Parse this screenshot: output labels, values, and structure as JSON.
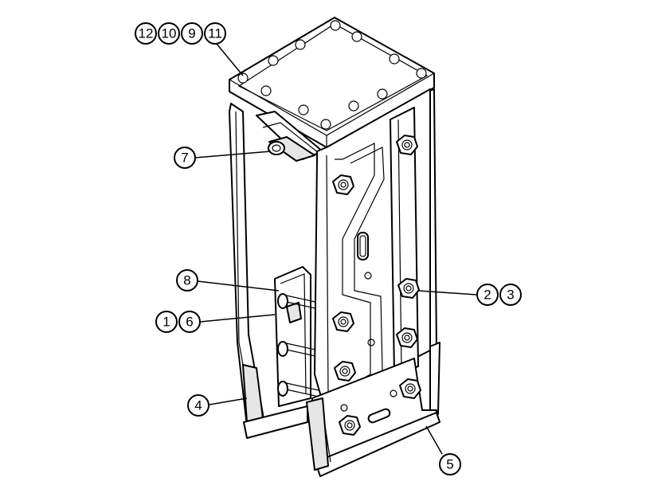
{
  "callouts": {
    "c12": "12",
    "c10": "10",
    "c9": "9",
    "c11": "11",
    "c7": "7",
    "c8": "8",
    "c1": "1",
    "c6": "6",
    "c4": "4",
    "c2": "2",
    "c3": "3",
    "c5": "5"
  }
}
